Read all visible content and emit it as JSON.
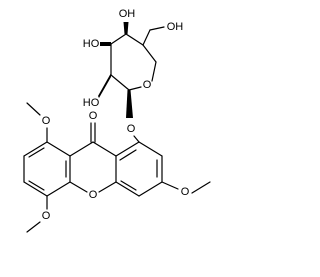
{
  "structure": {
    "atom_labels": {
      "o_sugar_oh_top": "OH",
      "o_sugar_oh_left_upper": "HO",
      "o_sugar_oh_left_lower": "HO",
      "o_sugar_ch2oh": "OH",
      "o_ring_sugar": "O",
      "o_glycosidic": "O",
      "o_carbonyl": "O",
      "o_xanthene_ring": "O",
      "o_methoxy_top_left": "O",
      "o_methoxy_bottom_left": "O",
      "o_methoxy_right": "O"
    }
  }
}
